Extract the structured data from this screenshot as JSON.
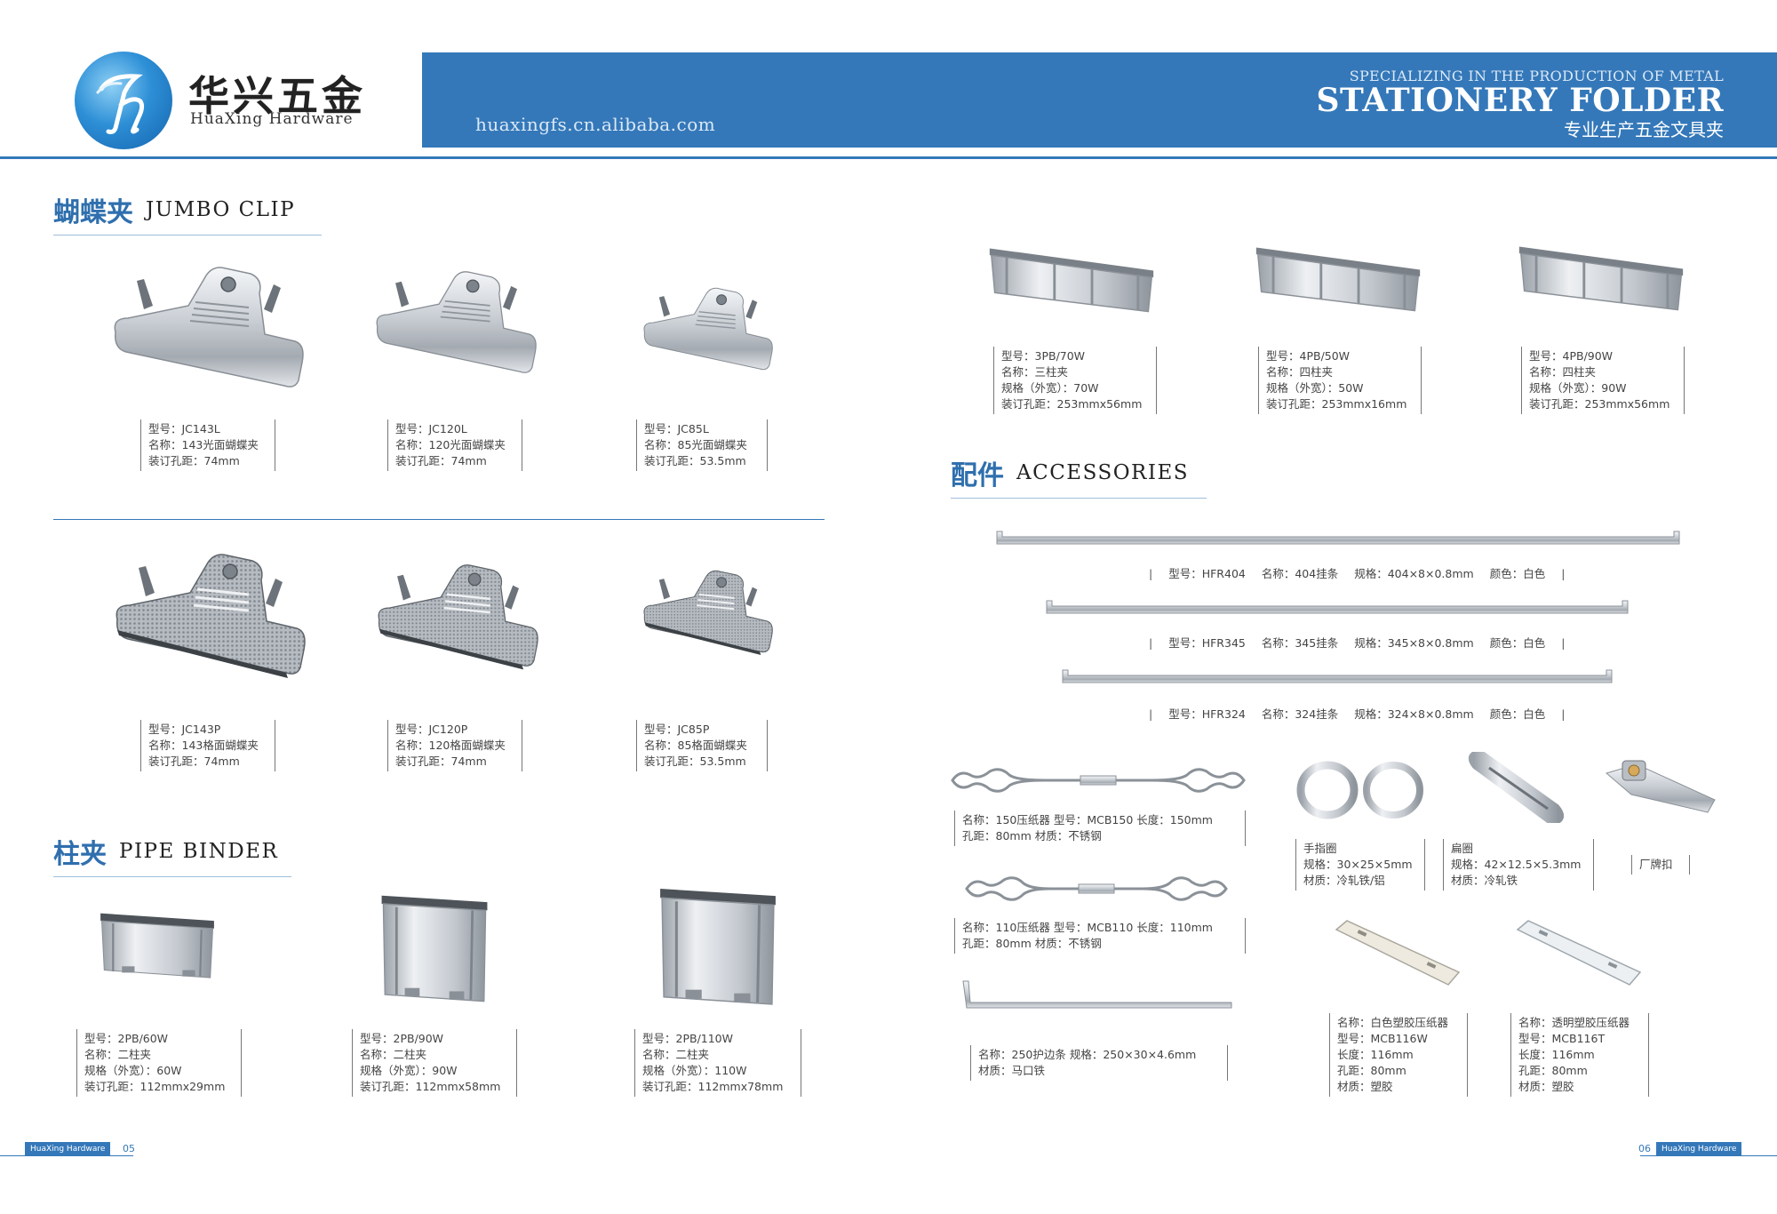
{
  "header": {
    "company_cn": "华兴五金",
    "company_en": "HuaXing Hardware",
    "website": "huaxingfs.cn.alibaba.com",
    "slogan_small": "SPECIALIZING IN THE PRODUCTION OF METAL",
    "slogan_big": "STATIONERY FOLDER",
    "slogan_cn": "专业生产五金文具夹"
  },
  "sections": {
    "jumbo": {
      "cn": "蝴蝶夹",
      "en": "JUMBO CLIP"
    },
    "pipe": {
      "cn": "柱夹",
      "en": "PIPE BINDER"
    },
    "accessories": {
      "cn": "配件",
      "en": "ACCESSORIES"
    }
  },
  "jumbo_clips": [
    {
      "lines": [
        "型号：JC143L",
        "名称：143光面蝴蝶夹",
        "装订孔距：74mm"
      ]
    },
    {
      "lines": [
        "型号：JC120L",
        "名称：120光面蝴蝶夹",
        "装订孔距：74mm"
      ]
    },
    {
      "lines": [
        "型号：JC85L",
        "名称：85光面蝴蝶夹",
        "装订孔距：53.5mm"
      ]
    },
    {
      "lines": [
        "型号：JC143P",
        "名称：143格面蝴蝶夹",
        "装订孔距：74mm"
      ]
    },
    {
      "lines": [
        "型号：JC120P",
        "名称：120格面蝴蝶夹",
        "装订孔距：74mm"
      ]
    },
    {
      "lines": [
        "型号：JC85P",
        "名称：85格面蝴蝶夹",
        "装订孔距：53.5mm"
      ]
    }
  ],
  "pipe_binders": [
    {
      "lines": [
        "型号：2PB/60W",
        "名称：二柱夹",
        "规格（外宽）：60W",
        "装订孔距：112mmx29mm"
      ]
    },
    {
      "lines": [
        "型号：2PB/90W",
        "名称：二柱夹",
        "规格（外宽）：90W",
        "装订孔距：112mmx58mm"
      ]
    },
    {
      "lines": [
        "型号：2PB/110W",
        "名称：二柱夹",
        "规格（外宽）：110W",
        "装订孔距：112mmx78mm"
      ]
    },
    {
      "lines": [
        "型号：3PB/70W",
        "名称：三柱夹",
        "规格（外宽）：70W",
        "装订孔距：253mmx56mm"
      ]
    },
    {
      "lines": [
        "型号：4PB/50W",
        "名称：四柱夹",
        "规格（外宽）：50W",
        "装订孔距：253mmx16mm"
      ]
    },
    {
      "lines": [
        "型号：4PB/90W",
        "名称：四柱夹",
        "规格（外宽）：90W",
        "装订孔距：253mmx56mm"
      ]
    }
  ],
  "hangers": [
    {
      "model": "型号：HFR404",
      "name": "名称：404挂条",
      "spec": "规格：404×8×0.8mm",
      "color": "颜色：白色"
    },
    {
      "model": "型号：HFR345",
      "name": "名称：345挂条",
      "spec": "规格：345×8×0.8mm",
      "color": "颜色：白色"
    },
    {
      "model": "型号：HFR324",
      "name": "名称：324挂条",
      "spec": "规格：324×8×0.8mm",
      "color": "颜色：白色"
    }
  ],
  "fasteners": [
    {
      "line1": "名称：150压纸器   型号：MCB150   长度：150mm",
      "line2": "孔距：80mm        材质：不锈钢"
    },
    {
      "line1": "名称：110压纸器   型号：MCB110   长度：110mm",
      "line2": "孔距：80mm        材质：不锈钢"
    }
  ],
  "edge_bar": {
    "line1": "名称：250护边条   规格：250×30×4.6mm",
    "line2": "材质：马口铁"
  },
  "rings": [
    {
      "lines": [
        "手指圈",
        "规格：30×25×5mm",
        "材质：冷轧铁/铝"
      ]
    },
    {
      "lines": [
        "扁圈",
        "规格：42×12.5×5.3mm",
        "材质：冷轧铁"
      ]
    },
    {
      "lines": [
        "厂牌扣"
      ]
    }
  ],
  "plastic_fasteners": [
    {
      "lines": [
        "名称：白色塑胶压纸器",
        "型号：MCB116W",
        "长度：116mm",
        "孔距：80mm",
        "材质：塑胶"
      ]
    },
    {
      "lines": [
        "名称：透明塑胶压纸器",
        "型号：MCB116T",
        "长度：116mm",
        "孔距：80mm",
        "材质：塑胶"
      ]
    }
  ],
  "footer": {
    "left_label": "HuaXing Hardware",
    "left_page": "05",
    "right_page": "06",
    "right_label": "HuaXing Hardware"
  },
  "colors": {
    "brand_blue": "#3478b9",
    "title_blue": "#2f6fae"
  }
}
